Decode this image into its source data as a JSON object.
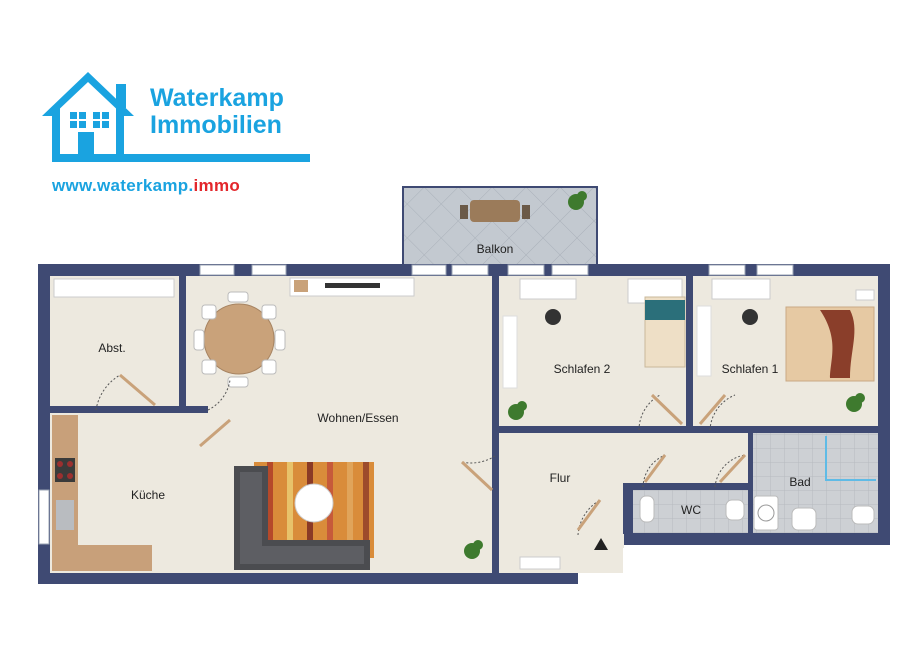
{
  "brand": {
    "line1": "Waterkamp",
    "line2": "Immobilien",
    "url_main": "www.waterkamp.",
    "url_ext": "immo",
    "color_primary": "#1aa3e0",
    "color_accent": "#e3262b"
  },
  "rooms": {
    "balkon": "Balkon",
    "abst": "Abst.",
    "kueche": "Küche",
    "wohnen": "Wohnen/Essen",
    "schlafen2": "Schlafen 2",
    "schlafen1": "Schlafen 1",
    "flur": "Flur",
    "bad": "Bad",
    "wc": "WC"
  },
  "colors": {
    "wall": "#3f4a73",
    "floor": "#ede9df",
    "tile": "#c9ccd1",
    "balcony": "#b9c0c8"
  },
  "icons": {
    "entrance": "entrance-arrow-icon",
    "house": "house-icon"
  }
}
